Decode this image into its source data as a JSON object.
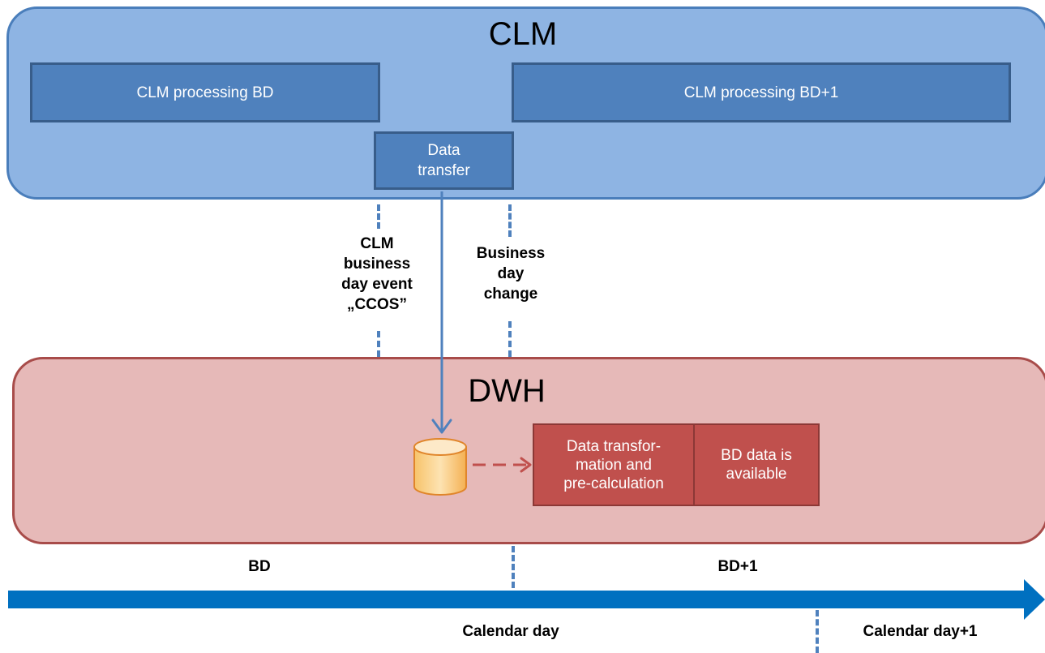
{
  "clm": {
    "title": "CLM",
    "processing_bd": "CLM processing BD",
    "processing_bd1": "CLM processing BD+1",
    "data_transfer": [
      "Data",
      "transfer"
    ]
  },
  "events": {
    "ccos": [
      "CLM",
      "business",
      "day event",
      "„CCOS”"
    ],
    "bd_change": [
      "Business",
      "day",
      "change"
    ]
  },
  "dwh": {
    "title": "DWH",
    "transformation": [
      "Data transfor-",
      "mation and",
      "pre-calculation"
    ],
    "available": [
      "BD data is",
      "available"
    ]
  },
  "timeline": {
    "bd": "BD",
    "bd1": "BD+1",
    "calendar_day": "Calendar day",
    "calendar_day1": "Calendar day+1"
  },
  "colors": {
    "clm_fill": "#8eb4e3",
    "dwh_fill": "#e6b9b8",
    "box_blue": "#4f81bd",
    "box_red": "#c0504d",
    "arrow": "#0070c0"
  }
}
